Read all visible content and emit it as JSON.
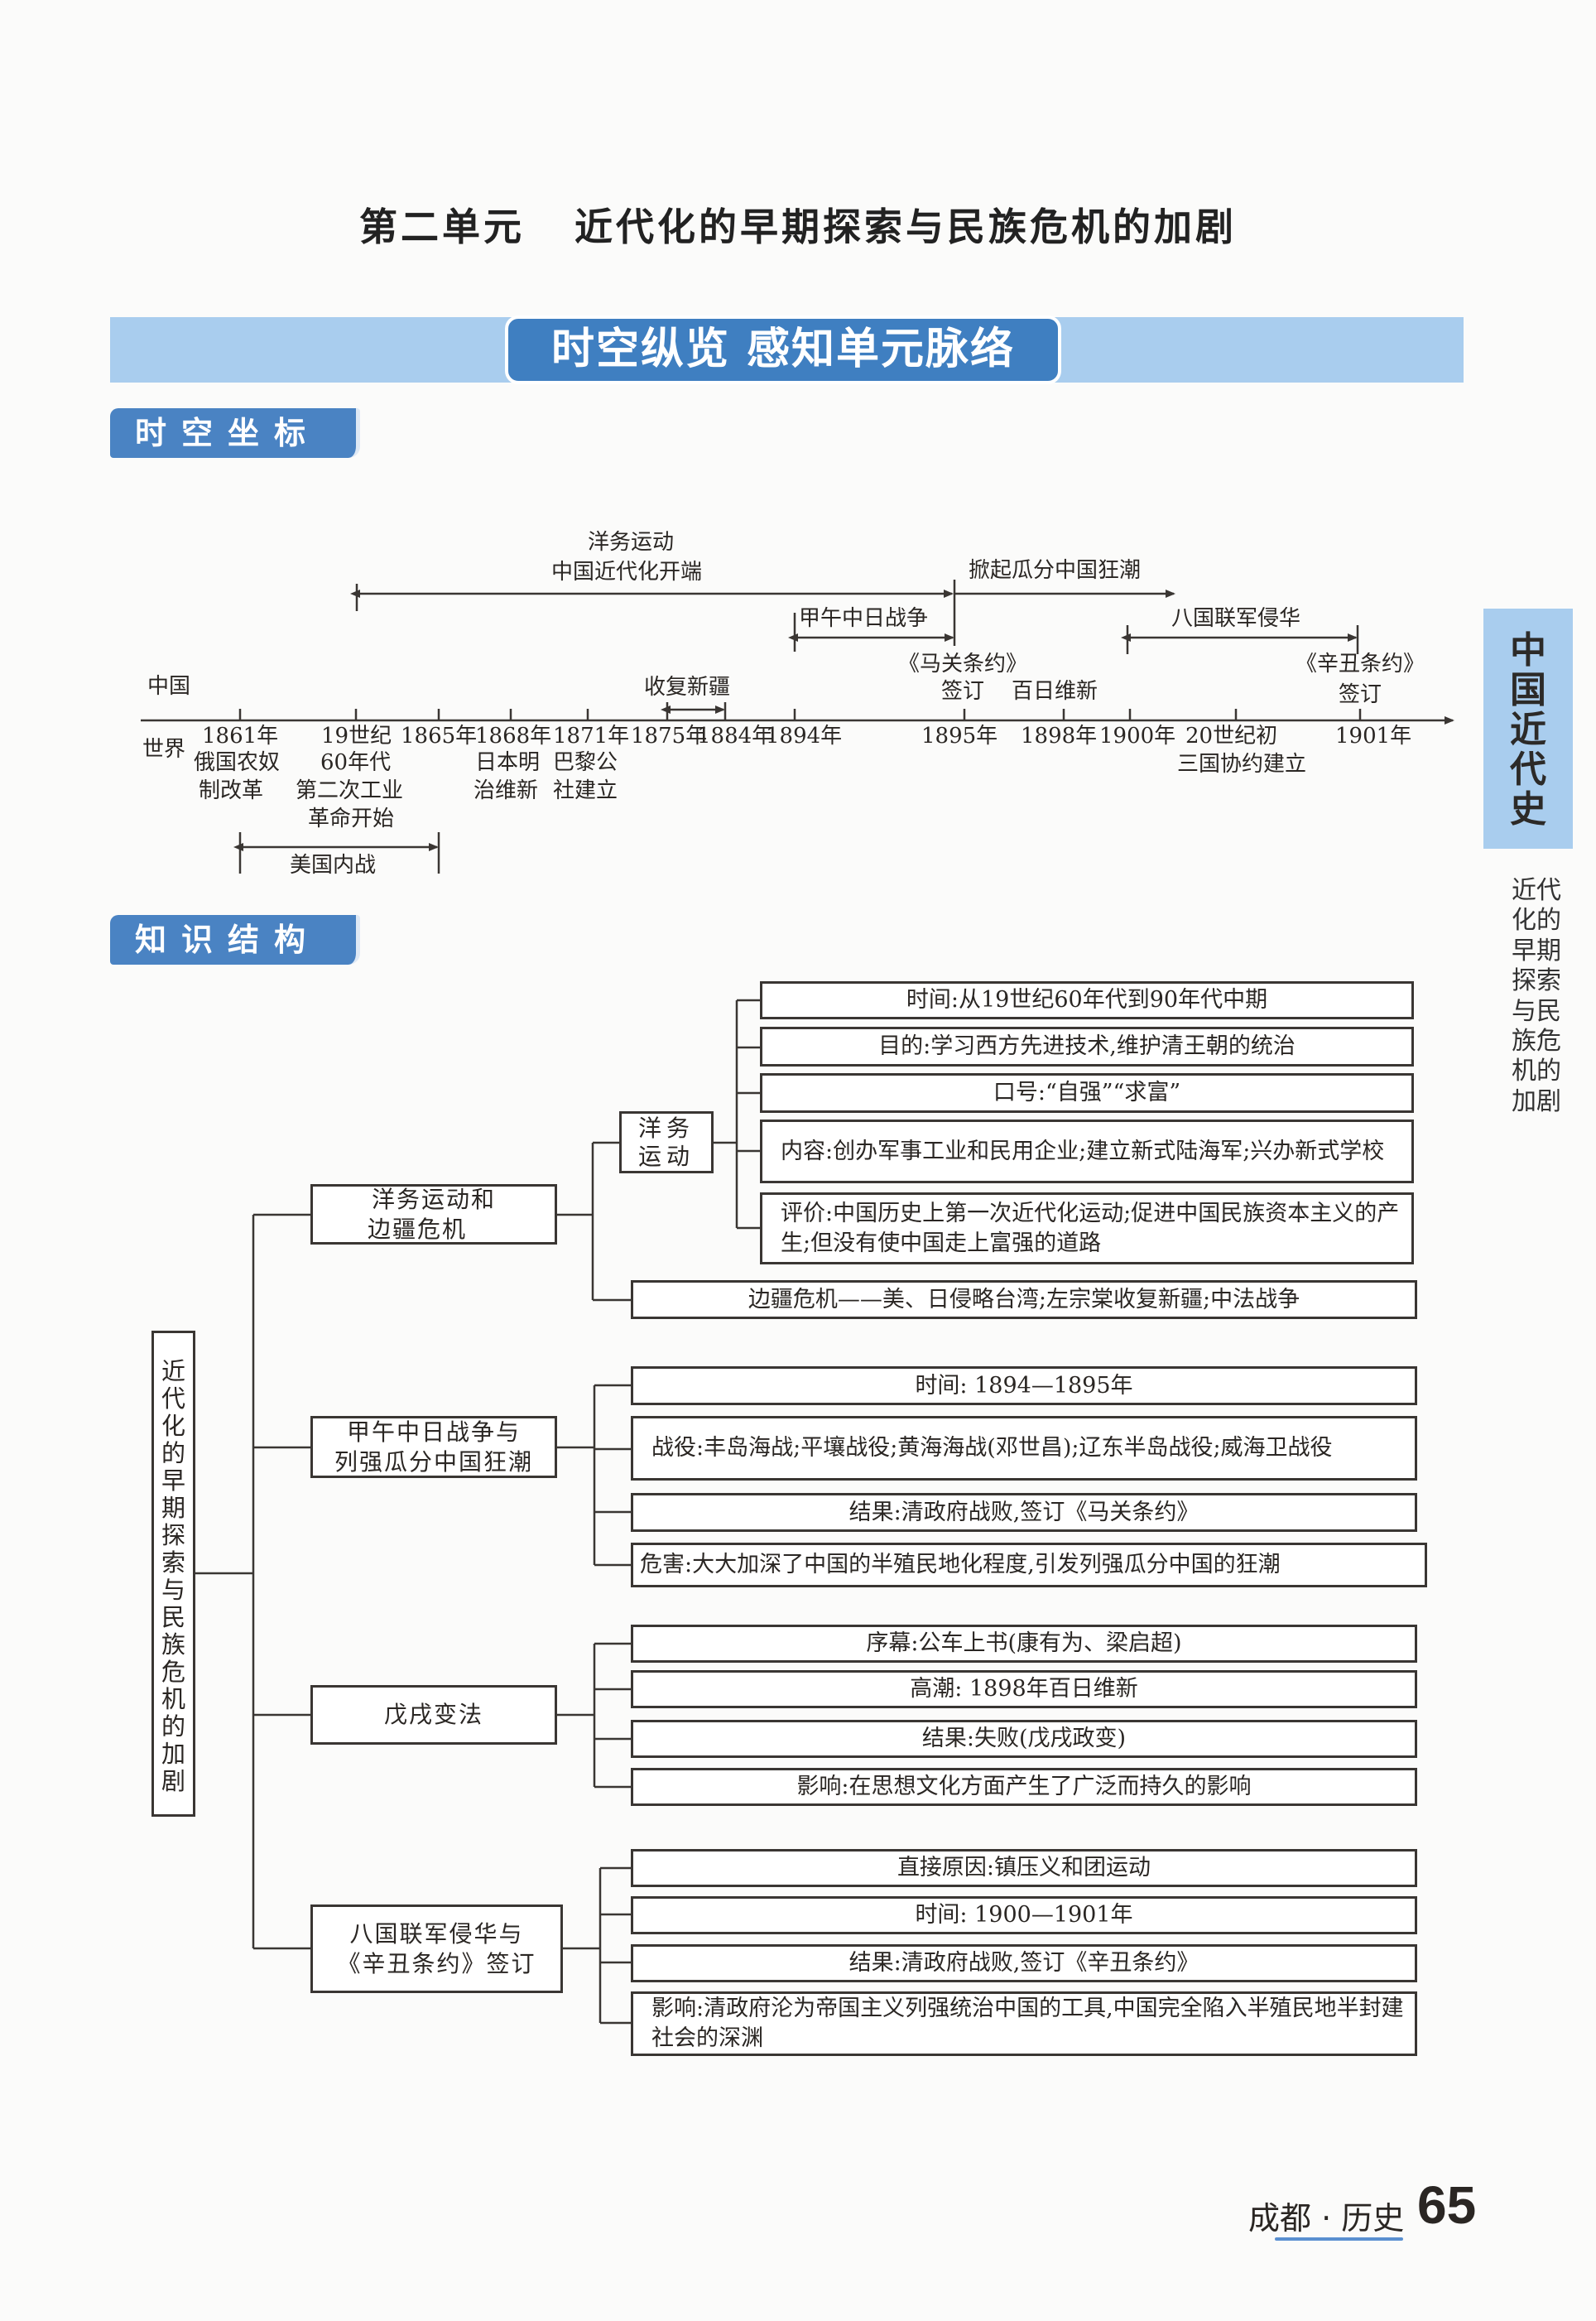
{
  "unit_title": {
    "prefix": "第二单元",
    "main": "近代化的早期探索与民族危机的加剧"
  },
  "banner": {
    "label": "时空纵览 感知单元脉络"
  },
  "section_badges": {
    "timeline": "时空坐标",
    "structure": "知识结构"
  },
  "side_tab": {
    "title": "中国近代史",
    "subtitle": "近代化的早期探索与民族危机的加剧"
  },
  "timeline": {
    "row_labels": {
      "china": "中国",
      "world": "世界"
    },
    "spans_top": [
      {
        "name": "yangwu",
        "line1": "洋务运动",
        "line2": "中国近代化开端"
      },
      {
        "name": "guafen",
        "label": "掀起瓜分中国狂潮"
      },
      {
        "name": "jiawu",
        "label": "甲午中日战争"
      },
      {
        "name": "baguo",
        "label": "八国联军侵华"
      },
      {
        "name": "xinjiang",
        "label": "收复新疆"
      }
    ],
    "china_events": [
      {
        "l1": "《马关条约》",
        "l2": "签订"
      },
      {
        "l1": "百日维新"
      },
      {
        "l1": "《辛丑条约》",
        "l2": "签订"
      }
    ],
    "ticks": [
      "1861年",
      "19世纪",
      "1865年",
      "1868年",
      "1871年",
      "1875年",
      "1884年",
      "1894年",
      "1895年",
      "1898年",
      "1900年",
      "20世纪初",
      "1901年"
    ],
    "world_events": [
      {
        "l1": "俄国农奴",
        "l2": "制改革"
      },
      {
        "l1": "60年代",
        "l2": "第二次工业",
        "l3": "革命开始"
      },
      {
        "l1": "日本明",
        "l2": "治维新"
      },
      {
        "l1": "巴黎公",
        "l2": "社建立"
      },
      {
        "l1": "三国协约建立"
      }
    ],
    "world_span": {
      "label": "美国内战"
    }
  },
  "structure": {
    "root": "近代化的早期探索与民族危机的加剧",
    "branches": [
      {
        "label_l1": "洋务运动和",
        "label_l2": "边疆危机",
        "sub_box": {
          "l1": "洋务",
          "l2": "运动"
        },
        "sub_items": [
          "时间:从19世纪60年代到90年代中期",
          "目的:学习西方先进技术,维护清王朝的统治",
          "口号:“自强”“求富”",
          "内容:创办军事工业和民用企业;建立新式陆海军;兴办新式学校",
          "评价:中国历史上第一次近代化运动;促进中国民族资本主义的产生;但没有使中国走上富强的道路"
        ],
        "items": [
          "边疆危机——美、日侵略台湾;左宗棠收复新疆;中法战争"
        ]
      },
      {
        "label_l1": "甲午中日战争与",
        "label_l2": "列强瓜分中国狂潮",
        "items": [
          "时间: 1894—1895年",
          "战役:丰岛海战;平壤战役;黄海海战(邓世昌);辽东半岛战役;威海卫战役",
          "结果:清政府战败,签订《马关条约》",
          "危害:大大加深了中国的半殖民地化程度,引发列强瓜分中国的狂潮"
        ]
      },
      {
        "label_l1": "戊戌变法",
        "label_l2": "",
        "items": [
          "序幕:公车上书(康有为、梁启超)",
          "高潮: 1898年百日维新",
          "结果:失败(戊戌政变)",
          "影响:在思想文化方面产生了广泛而持久的影响"
        ]
      },
      {
        "label_l1": "八国联军侵华与",
        "label_l2": "《辛丑条约》签订",
        "items": [
          "直接原因:镇压义和团运动",
          "时间: 1900—1901年",
          "结果:清政府战败,签订《辛丑条约》",
          "影响:清政府沦为帝国主义列强统治中国的工具,中国完全陷入半殖民地半封建社会的深渊"
        ]
      }
    ]
  },
  "footer": {
    "label": "成都 · 历史",
    "page": "65"
  },
  "colors": {
    "banner_light": "#a9cdee",
    "banner_dark": "#3f7fc1",
    "badge": "#4a83c3",
    "ink": "#2a2623"
  }
}
